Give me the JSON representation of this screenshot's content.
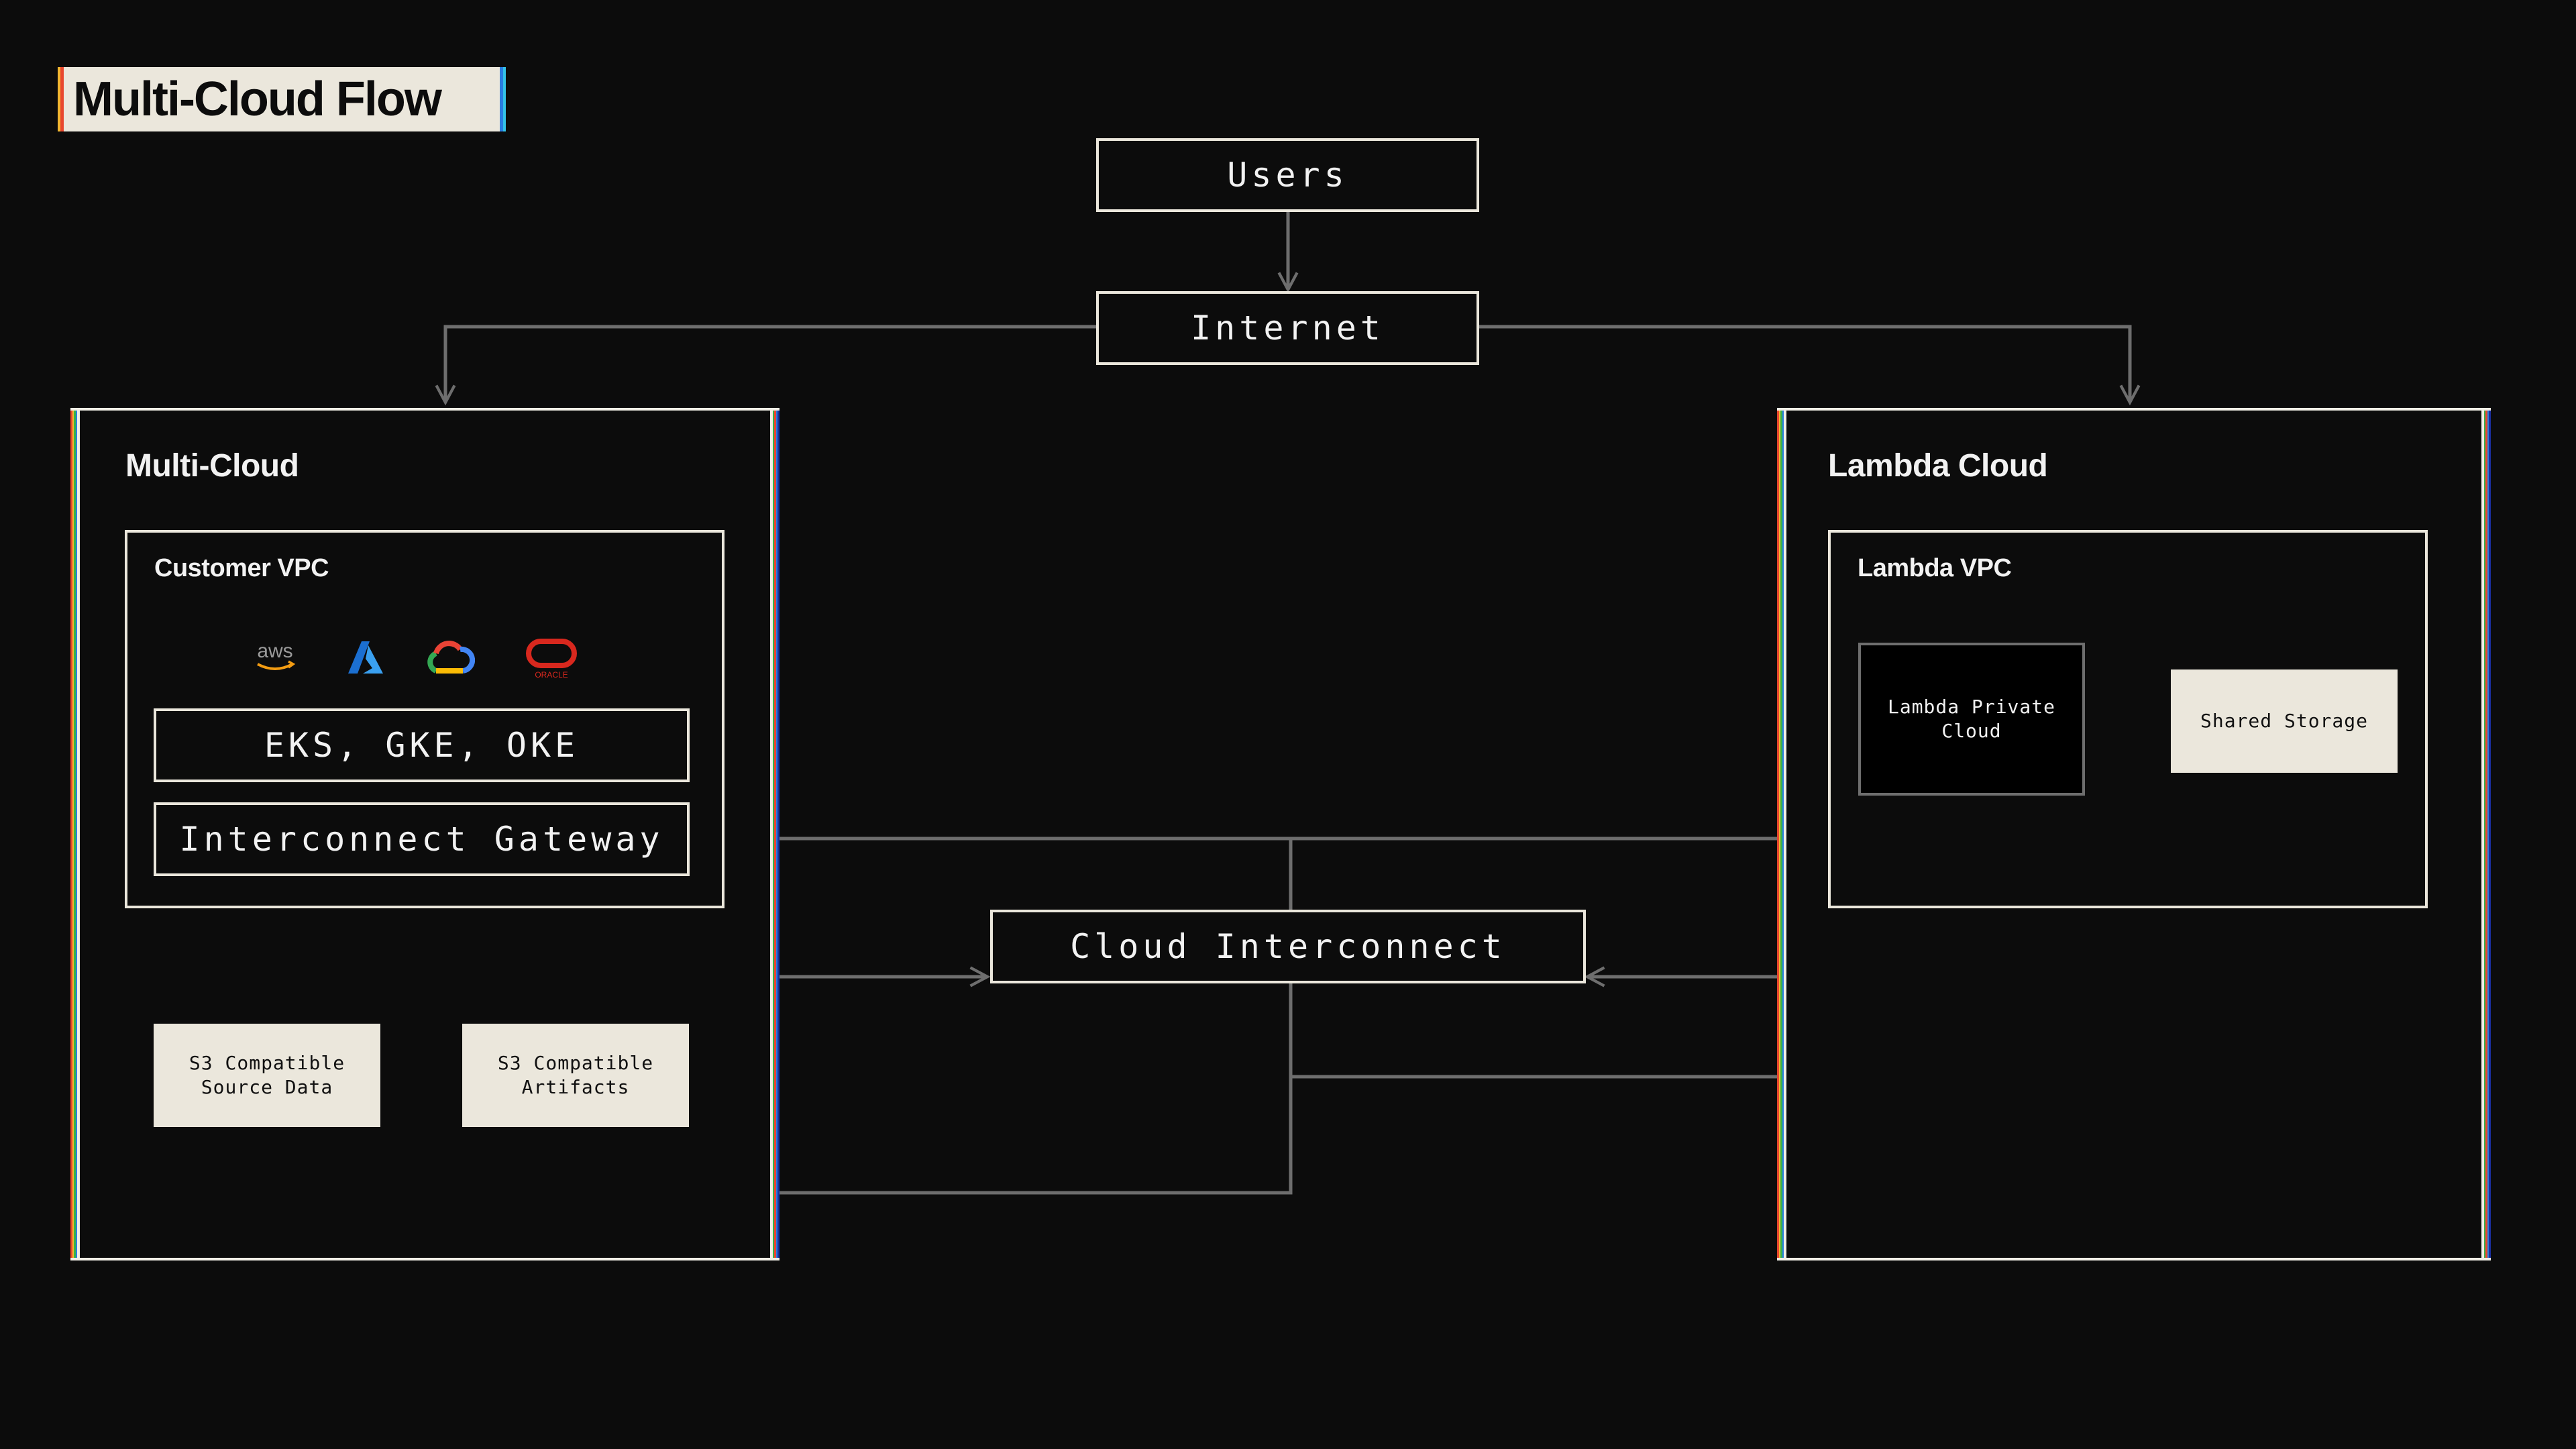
{
  "title": "Multi-Cloud Flow",
  "nodes": {
    "users": "Users",
    "internet": "Internet",
    "cloud_interconnect": "Cloud Interconnect"
  },
  "multi_cloud": {
    "title": "Multi-Cloud",
    "vpc_title": "Customer VPC",
    "provider_logos": [
      "aws-logo",
      "azure-logo",
      "google-cloud-logo",
      "oracle-logo"
    ],
    "logo_text": {
      "aws": "aws",
      "oracle": "ORACLE"
    },
    "k8s": "EKS, GKE, OKE",
    "gateway": "Interconnect Gateway",
    "s3_source": "S3 Compatible\nSource Data",
    "s3_artifacts": "S3 Compatible\nArtifacts"
  },
  "lambda_cloud": {
    "title": "Lambda Cloud",
    "vpc_title": "Lambda VPC",
    "private_cloud": "Lambda Private\nCloud",
    "shared_storage": "Shared Storage"
  },
  "colors": {
    "background": "#0c0c0c",
    "cream": "#ebe7dc",
    "connector": "#6e6e6e"
  }
}
